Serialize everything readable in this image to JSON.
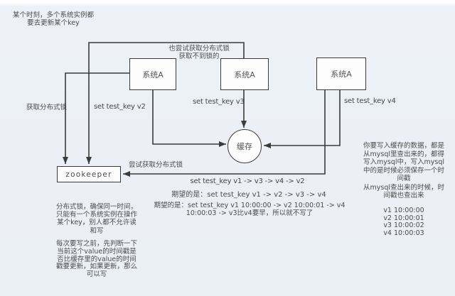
{
  "diagram": {
    "colors": {
      "background": "#ebeff6",
      "line": "#3b3b3b",
      "node_fill": "#fdfdfe",
      "text": "#4b4b4b"
    },
    "top_note": "某个时刻，多个系统实例都\n要去更新某个key",
    "nodes": {
      "system1": "系统A",
      "system2": "系统A",
      "system3": "系统A",
      "zookeeper": "zookeeper",
      "cache": "缓存"
    },
    "edge_labels": {
      "acquire_lock": "获取分布式锁",
      "also_try_lock": "也尝试获取分布式锁\n获取不到锁的",
      "try_lock": "尝试获取分布式锁",
      "set_v2": "set test_key v2",
      "set_v3": "set test_key v3",
      "set_v4": "set test_key v4"
    },
    "sequence": {
      "actual": "set test_key v1 -> v3 -> v4 -> v2",
      "expected": "期望的是：set test_key v1 -> v2 -> v3 -> v4",
      "expected_with_ts": "期望的是：set test_key v1 10:00:00 -> v2 10:00:01 -> v4\n10:00:03 -> v3比v4要早，所以就不写了"
    },
    "left_notes": {
      "lock_rule": "分布式锁，确保同一时间，\n只能有一个系统实例在操作\n某个key，别人都不允许读\n和写",
      "write_rule": "每次要写之前，先判断一下\n当前这个value的时间戳是\n否比缓存里的value的时间\n戳要更新，如果更新，那么\n可以写"
    },
    "right_notes": {
      "mysql_write_rule": "你要写入缓存的数据，都是\n从mysql里查出来的，都得\n写入mysql中，写入mysql\n中的是时候必须保存一个时\n间戳",
      "mysql_read_rule": "从mysql查出来的时候，时\n间戳也查出来",
      "versions": "v1 10:00:00\nv2 10:00:01\nv3 10:00:02\nv4 10:00:03"
    }
  }
}
